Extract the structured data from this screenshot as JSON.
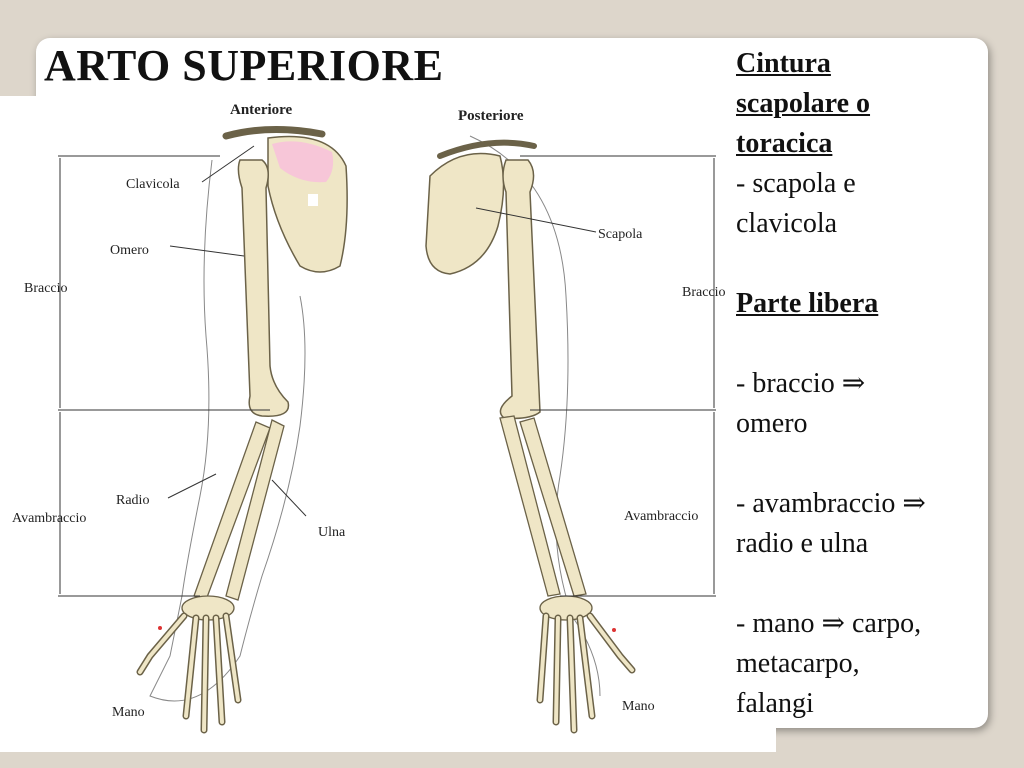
{
  "title": "ARTO SUPERIORE",
  "figure": {
    "anterior_heading": "Anteriore",
    "posterior_heading": "Posteriore",
    "labels": {
      "clavicola": "Clavicola",
      "omero": "Omero",
      "braccio_left": "Braccio",
      "braccio_right": "Braccio",
      "radio": "Radio",
      "ulna": "Ulna",
      "avambraccio_left": "Avambraccio",
      "avambraccio_right": "Avambraccio",
      "scapola": "Scapola",
      "mano_left": "Mano",
      "mano_right": "Mano"
    }
  },
  "panel": {
    "section1_heading_line1": "Cintura",
    "section1_heading_line2": "scapolare o",
    "section1_heading_line3": "toracica",
    "section1_item_line1": "- scapola e",
    "section1_item_line2": "clavicola",
    "section2_heading": "Parte libera",
    "braccio_line1": "- braccio",
    "braccio_line2": "omero",
    "avambraccio_line1": "- avambraccio",
    "avambraccio_line2": "radio e ulna",
    "mano_line1": "- mano",
    "mano_line1b": "carpo,",
    "mano_line2": "metacarpo,",
    "mano_line3": "falangi",
    "arrow_glyph": "⇒"
  },
  "colors": {
    "bone": "#efe6c6",
    "bone_outline": "#6b6248",
    "highlight": "#f7c6d8",
    "background": "#ddd6cb"
  }
}
